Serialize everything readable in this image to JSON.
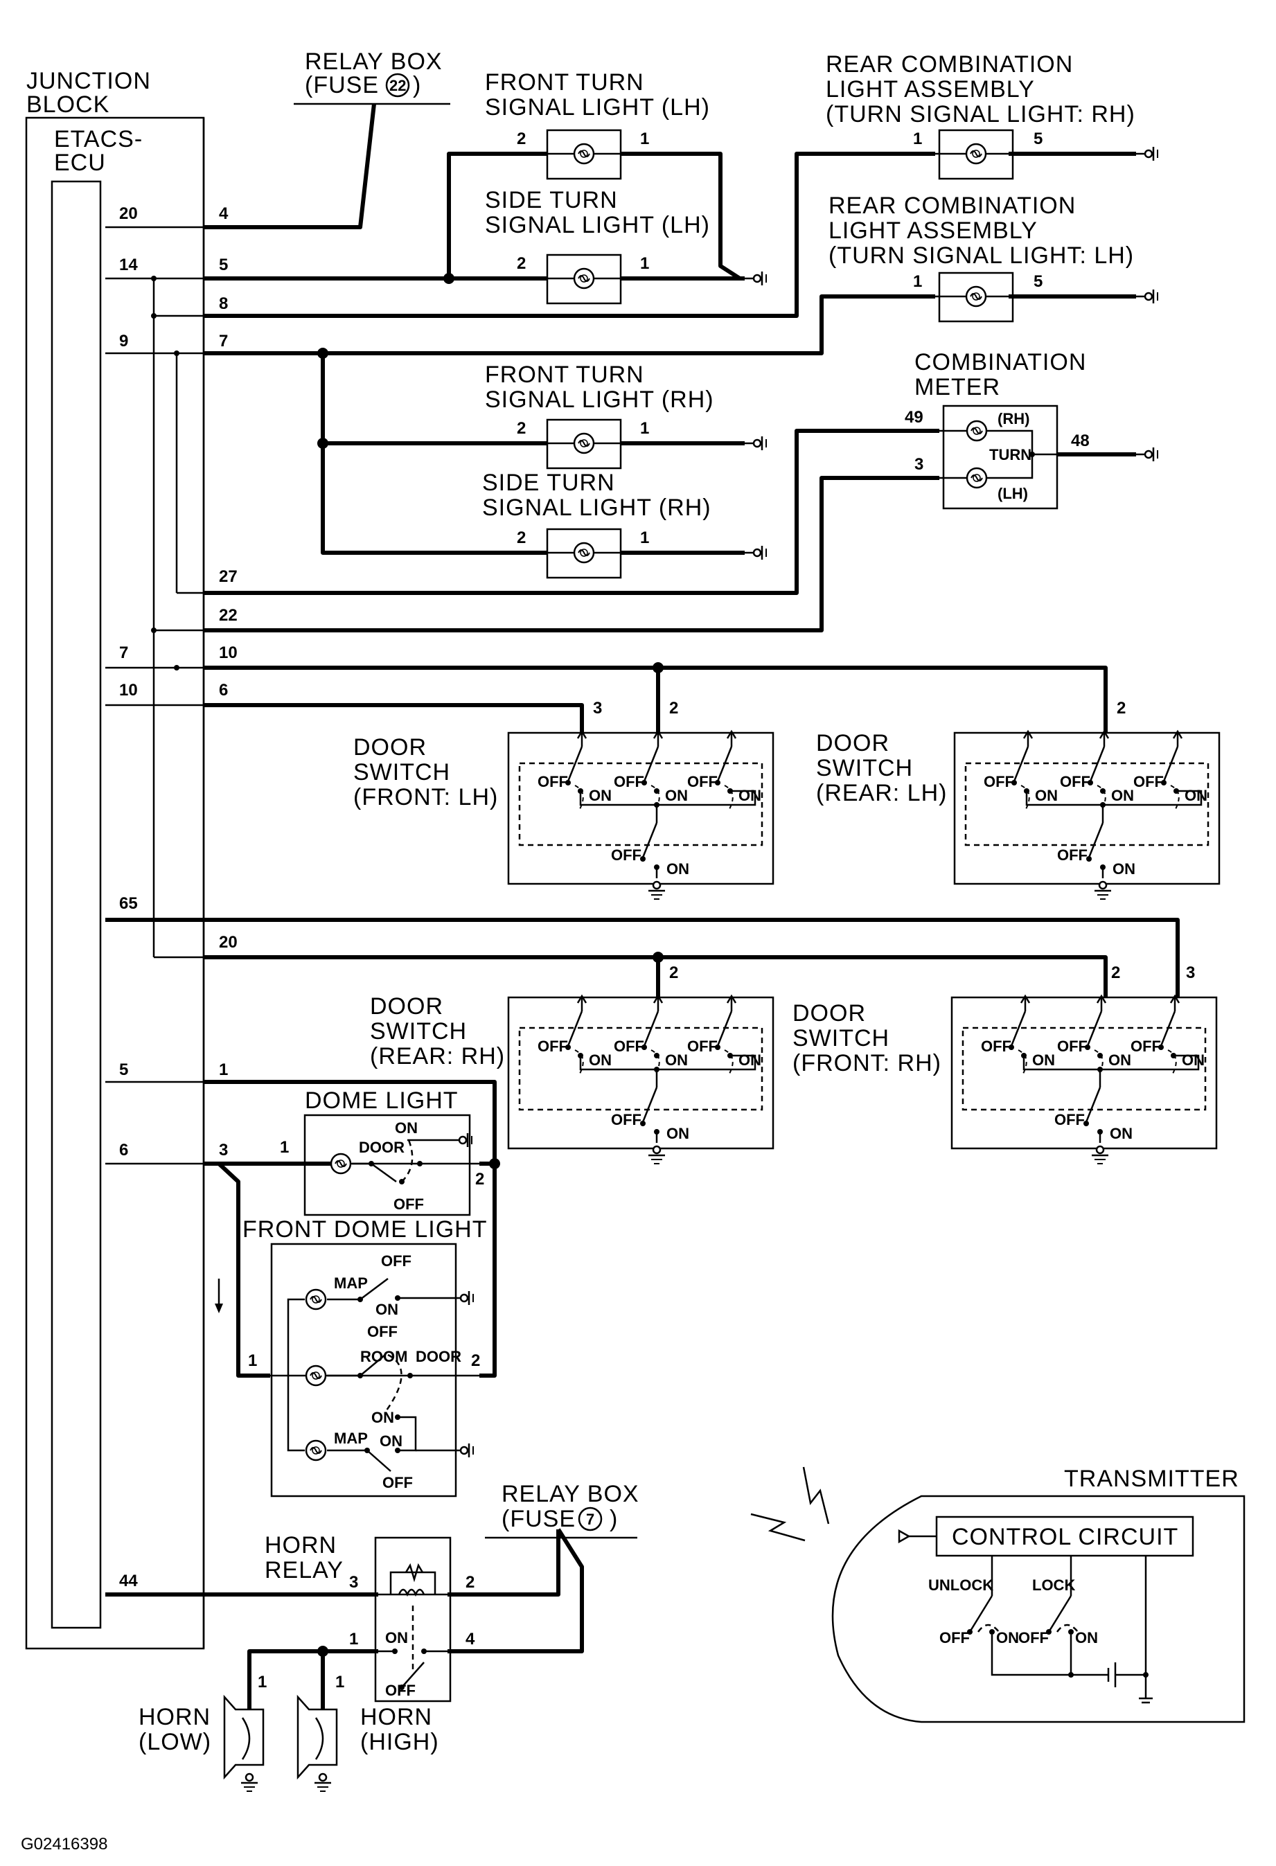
{
  "diagram_id": "G02416398",
  "junction_block": {
    "title_line1": "JUNCTION",
    "title_line2": "BLOCK",
    "ecu_line1": "ETACS-",
    "ecu_line2": "ECU"
  },
  "relay_box_fuse22": {
    "line1": "RELAY BOX",
    "line2": "(FUSE",
    "fuse": "22",
    "close": ")"
  },
  "relay_box_fuse7": {
    "line1": "RELAY BOX",
    "line2": "(FUSE",
    "fuse": "7",
    "close": ")"
  },
  "ecu_pins": [
    "20",
    "14",
    "9",
    "7",
    "10",
    "65",
    "5",
    "6",
    "44"
  ],
  "jb_pins": [
    "4",
    "5",
    "8",
    "7",
    "27",
    "22",
    "10",
    "6",
    "20",
    "1",
    "3"
  ],
  "front_turn_lh": {
    "line1": "FRONT TURN",
    "line2": "SIGNAL LIGHT (LH)",
    "pin_a": "2",
    "pin_b": "1"
  },
  "side_turn_lh": {
    "line1": "SIDE TURN",
    "line2": "SIGNAL LIGHT (LH)",
    "pin_a": "2",
    "pin_b": "1"
  },
  "rear_combo_rh": {
    "line1": "REAR COMBINATION",
    "line2": "LIGHT ASSEMBLY",
    "line3": "(TURN SIGNAL LIGHT: RH)",
    "pin_a": "1",
    "pin_b": "5"
  },
  "rear_combo_lh": {
    "line1": "REAR COMBINATION",
    "line2": "LIGHT ASSEMBLY",
    "line3": "(TURN SIGNAL LIGHT: LH)",
    "pin_a": "1",
    "pin_b": "5"
  },
  "front_turn_rh": {
    "line1": "FRONT TURN",
    "line2": "SIGNAL LIGHT (RH)",
    "pin_a": "2",
    "pin_b": "1"
  },
  "side_turn_rh": {
    "line1": "SIDE TURN",
    "line2": "SIGNAL LIGHT (RH)",
    "pin_a": "2",
    "pin_b": "1"
  },
  "combination_meter": {
    "line1": "COMBINATION",
    "line2": "METER",
    "pin_rh": "49",
    "pin_lh": "3",
    "pin_gnd": "48",
    "rh": "(RH)",
    "lh": "(LH)",
    "turn": "TURN"
  },
  "door_switch_front_lh": {
    "line1": "DOOR",
    "line2": "SWITCH",
    "line3": "(FRONT: LH)",
    "pin_a": "3",
    "pin_b": "2"
  },
  "door_switch_rear_lh": {
    "line1": "DOOR",
    "line2": "SWITCH",
    "line3": "(REAR: LH)",
    "pin_a": "2"
  },
  "door_switch_rear_rh": {
    "line1": "DOOR",
    "line2": "SWITCH",
    "line3": "(REAR: RH)",
    "pin_a": "2"
  },
  "door_switch_front_rh": {
    "line1": "DOOR",
    "line2": "SWITCH",
    "line3": "(FRONT: RH)",
    "pin_a": "2",
    "pin_b": "3"
  },
  "switch_states": {
    "off": "OFF",
    "on": "ON"
  },
  "dome_light": {
    "title": "DOME LIGHT",
    "door": "DOOR",
    "on": "ON",
    "off": "OFF",
    "pin_a": "1",
    "pin_b": "2"
  },
  "front_dome_light": {
    "title": "FRONT DOME LIGHT",
    "map": "MAP",
    "room": "ROOM",
    "door": "DOOR",
    "on": "ON",
    "off": "OFF",
    "pin_a": "1",
    "pin_b": "2"
  },
  "horn_relay": {
    "line1": "HORN",
    "line2": "RELAY",
    "pin3": "3",
    "pin2": "2",
    "pin1": "1",
    "pin4": "4",
    "on": "ON",
    "off": "OFF"
  },
  "horn_low": {
    "line1": "HORN",
    "line2": "(LOW)",
    "pin": "1"
  },
  "horn_high": {
    "line1": "HORN",
    "line2": "(HIGH)",
    "pin": "1"
  },
  "transmitter": {
    "title": "TRANSMITTER",
    "control": "CONTROL CIRCUIT",
    "unlock": "UNLOCK",
    "lock": "LOCK",
    "off": "OFF",
    "on": "ON"
  }
}
